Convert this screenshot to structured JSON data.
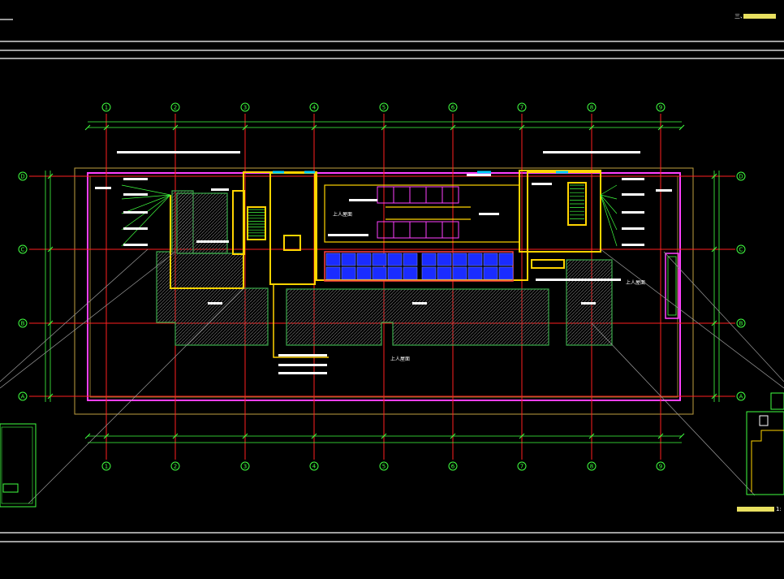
{
  "colors": {
    "background": "#000000",
    "frame": "#ffffff",
    "grid_axis": "#ff2020",
    "bubble": "#40ff40",
    "dimension": "#40ff40",
    "structure": "#ffd400",
    "wall": "#ff40ff",
    "outline": "#c0a040",
    "hatch": "#3aa84a",
    "pipe_cyan": "#00d0ff",
    "panel_blue": "#1a2cff",
    "text_white": "#ffffff",
    "leader": "#9a9a9a"
  },
  "axes": {
    "columns": [
      "1",
      "2",
      "3",
      "4",
      "5",
      "6",
      "7",
      "8",
      "9"
    ],
    "rows": [
      "D",
      "C",
      "B",
      "A"
    ]
  },
  "titles": {
    "main_prefix": "三、",
    "side_suffix": "1:"
  },
  "labels": {
    "access_left": "上人屋面",
    "access_right": "上人屋面",
    "roof_center": "上人屋面"
  },
  "icons": {
    "axis_bubble": "circle-icon",
    "stair": "stair-icon",
    "solar_panel": "solar-panel-icon"
  }
}
